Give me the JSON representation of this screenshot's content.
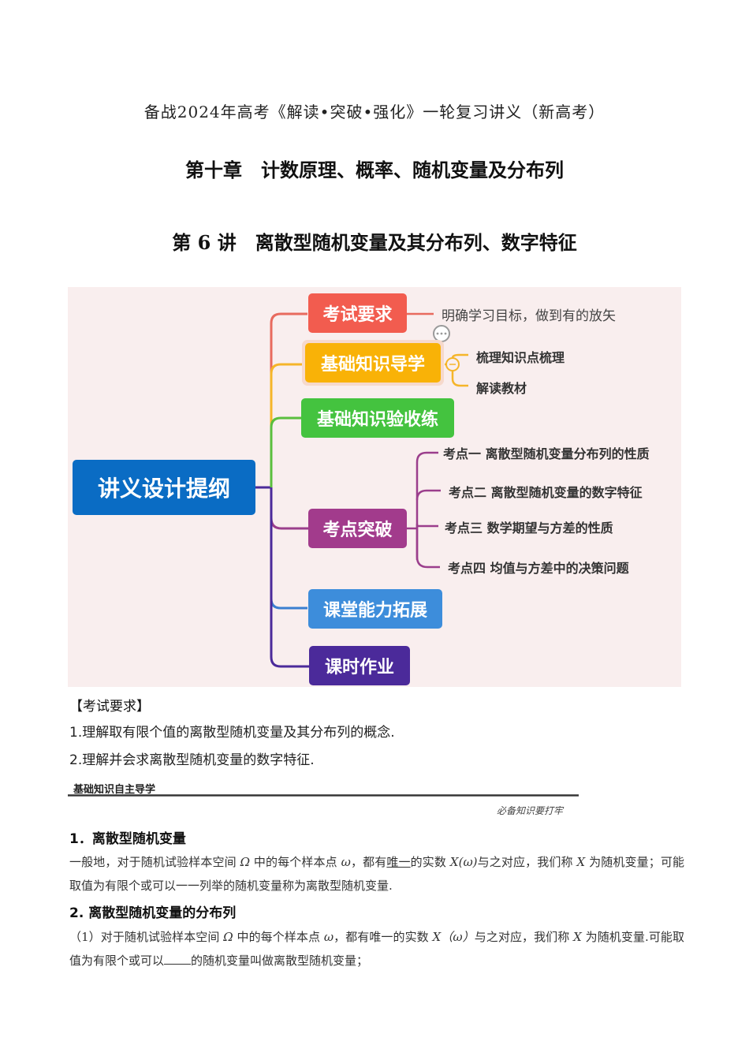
{
  "header": {
    "series_title": "备战2024年高考《解读•突破•强化》一轮复习讲义（新高考）",
    "chapter_title": "第十章　计数原理、概率、随机变量及分布列",
    "lecture_title": "第 6 讲　离散型随机变量及其分布列、数字特征"
  },
  "mindmap": {
    "background": "#f9eeee",
    "root": {
      "label": "讲义设计提纲",
      "color": "#0a6cc4"
    },
    "branches": [
      {
        "label": "考试要求",
        "color": "#f25c4f",
        "line_color": "#e86a5e",
        "children": [
          {
            "label": "明确学习目标，做到有的放矢"
          }
        ]
      },
      {
        "label": "基础知识导学",
        "color": "#f9b207",
        "line_color": "#f5b52a",
        "comment_icon": "comment-bubble-icon",
        "collapse_icon": "collapse-minus-icon",
        "children": [
          {
            "label": "梳理知识点梳理"
          },
          {
            "label": "解读教材"
          }
        ]
      },
      {
        "label": "基础知识验收练",
        "color": "#44c33f",
        "line_color": "#5abf3e",
        "children": []
      },
      {
        "label": "考点突破",
        "color": "#a23b8c",
        "line_color": "#9b3e8c",
        "children": [
          {
            "label": "考点一 离散型随机变量分布列的性质"
          },
          {
            "label": "考点二 离散型随机变量的数字特征"
          },
          {
            "label": "考点三 数学期望与方差的性质"
          },
          {
            "label": "考点四 均值与方差中的决策问题"
          }
        ]
      },
      {
        "label": "课堂能力拓展",
        "color": "#3d8ddb",
        "line_color": "#3a7fd0",
        "children": []
      },
      {
        "label": "课时作业",
        "color": "#4b2a9a",
        "line_color": "#4b2a9a",
        "children": []
      }
    ]
  },
  "exam_requirements": {
    "heading": "【考试要求】",
    "items": [
      "1.理解取有限个值的离散型随机变量及其分布列的概念.",
      "2.理解并会求离散型随机变量的数字特征."
    ]
  },
  "banner": {
    "title": "基础知识自主导学",
    "subtitle": "必备知识要打牢"
  },
  "sections": [
    {
      "heading": "1．离散型随机变量",
      "p1_a": "一般地，对于随机试验样本空间 ",
      "omega_cap": "Ω",
      "p1_b": " 中的每个样本点 ",
      "omega": "ω",
      "p1_c": "，都有",
      "underlined": "唯一",
      "p1_d": "的实数 ",
      "x_omega": "X(ω)",
      "p1_e": "与之对应，我们称 ",
      "x": "X",
      "p1_f": " 为随机变量；可能取值为有限个或可以一一列举的随机变量称为离散型随机变量."
    },
    {
      "heading": "2. 离散型随机变量的分布列",
      "p1_a": "（1）对于随机试验样本空间 ",
      "omega_cap": "Ω",
      "p1_b": " 中的每个样本点 ",
      "omega": "ω",
      "p1_c": "，都有唯一的实数 ",
      "x_omega": "X（ω）",
      "p1_e": "与之对应，我们称 ",
      "x": "X",
      "p1_f": " 为随机变量.可能取值为有限个或可以",
      "p1_g": "的随机变量叫做离散型随机变量；"
    }
  ]
}
